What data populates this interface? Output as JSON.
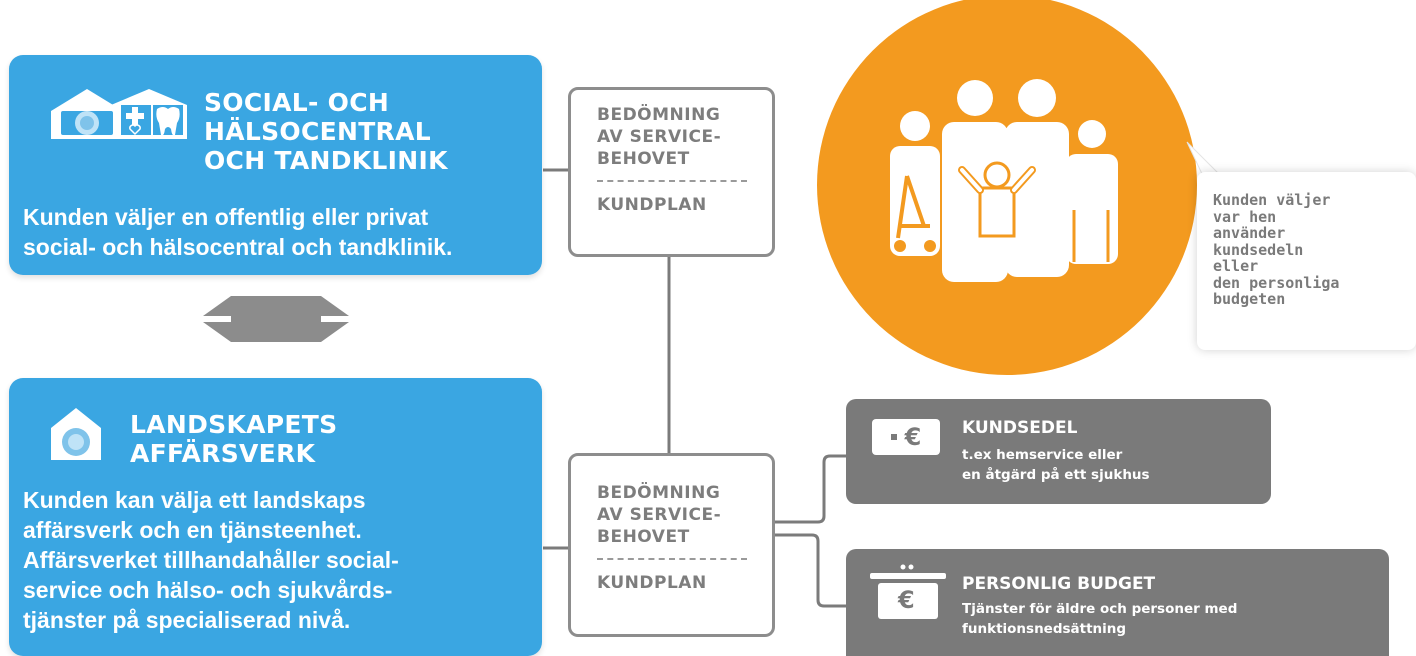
{
  "top_unit": {
    "title_lines": [
      "SOCIAL- OCH",
      "HÄLSOCENTRAL",
      "OCH TANDKLINIK"
    ],
    "description_lines": [
      "Kunden väljer en offentlig eller privat",
      "social- och hälsocentral och tandklinik."
    ],
    "icons": [
      "building-icon",
      "health-cross-icon",
      "tooth-icon"
    ]
  },
  "bottom_unit": {
    "title_lines": [
      "LANDSKAPETS",
      "AFFÄRSVERK"
    ],
    "description_lines": [
      "Kunden kan välja ett landskaps",
      "affärsverk och en tjänsteenhet.",
      "Affärsverket tillhandahåller social-",
      "service och hälso- och sjukvårds-",
      "tjänster på specialiserad nivå."
    ],
    "icons": [
      "building-icon"
    ]
  },
  "assessment_top": {
    "lines": [
      "BEDÖMNING",
      "AV SERVICE-",
      "BEHOVET"
    ],
    "plan": "KUNDPLAN"
  },
  "assessment_bottom": {
    "lines": [
      "BEDÖMNING",
      "AV SERVICE-",
      "BEHOVET"
    ],
    "plan": "KUNDPLAN"
  },
  "voucher": {
    "title": "KUNDSEDEL",
    "lines": [
      "t.ex hemservice eller",
      "en åtgärd på ett sjukhus"
    ],
    "icon": "voucher-euro-icon",
    "symbol": "€"
  },
  "budget": {
    "title": "PERSONLIG BUDGET",
    "lines": [
      "Tjänster för äldre och personer med",
      "funktionsnedsättning"
    ],
    "icon": "wallet-euro-icon",
    "symbol": "€"
  },
  "callout": {
    "lines": [
      "Kunden väljer",
      "var hen",
      "använder",
      "kundsedeln",
      "eller",
      "den personliga",
      "budgeten"
    ]
  },
  "colors": {
    "blue": "#3aa6e2",
    "orange": "#f39a1f",
    "gray": "#7a7a7a",
    "arrow": "#8c8c8c"
  }
}
